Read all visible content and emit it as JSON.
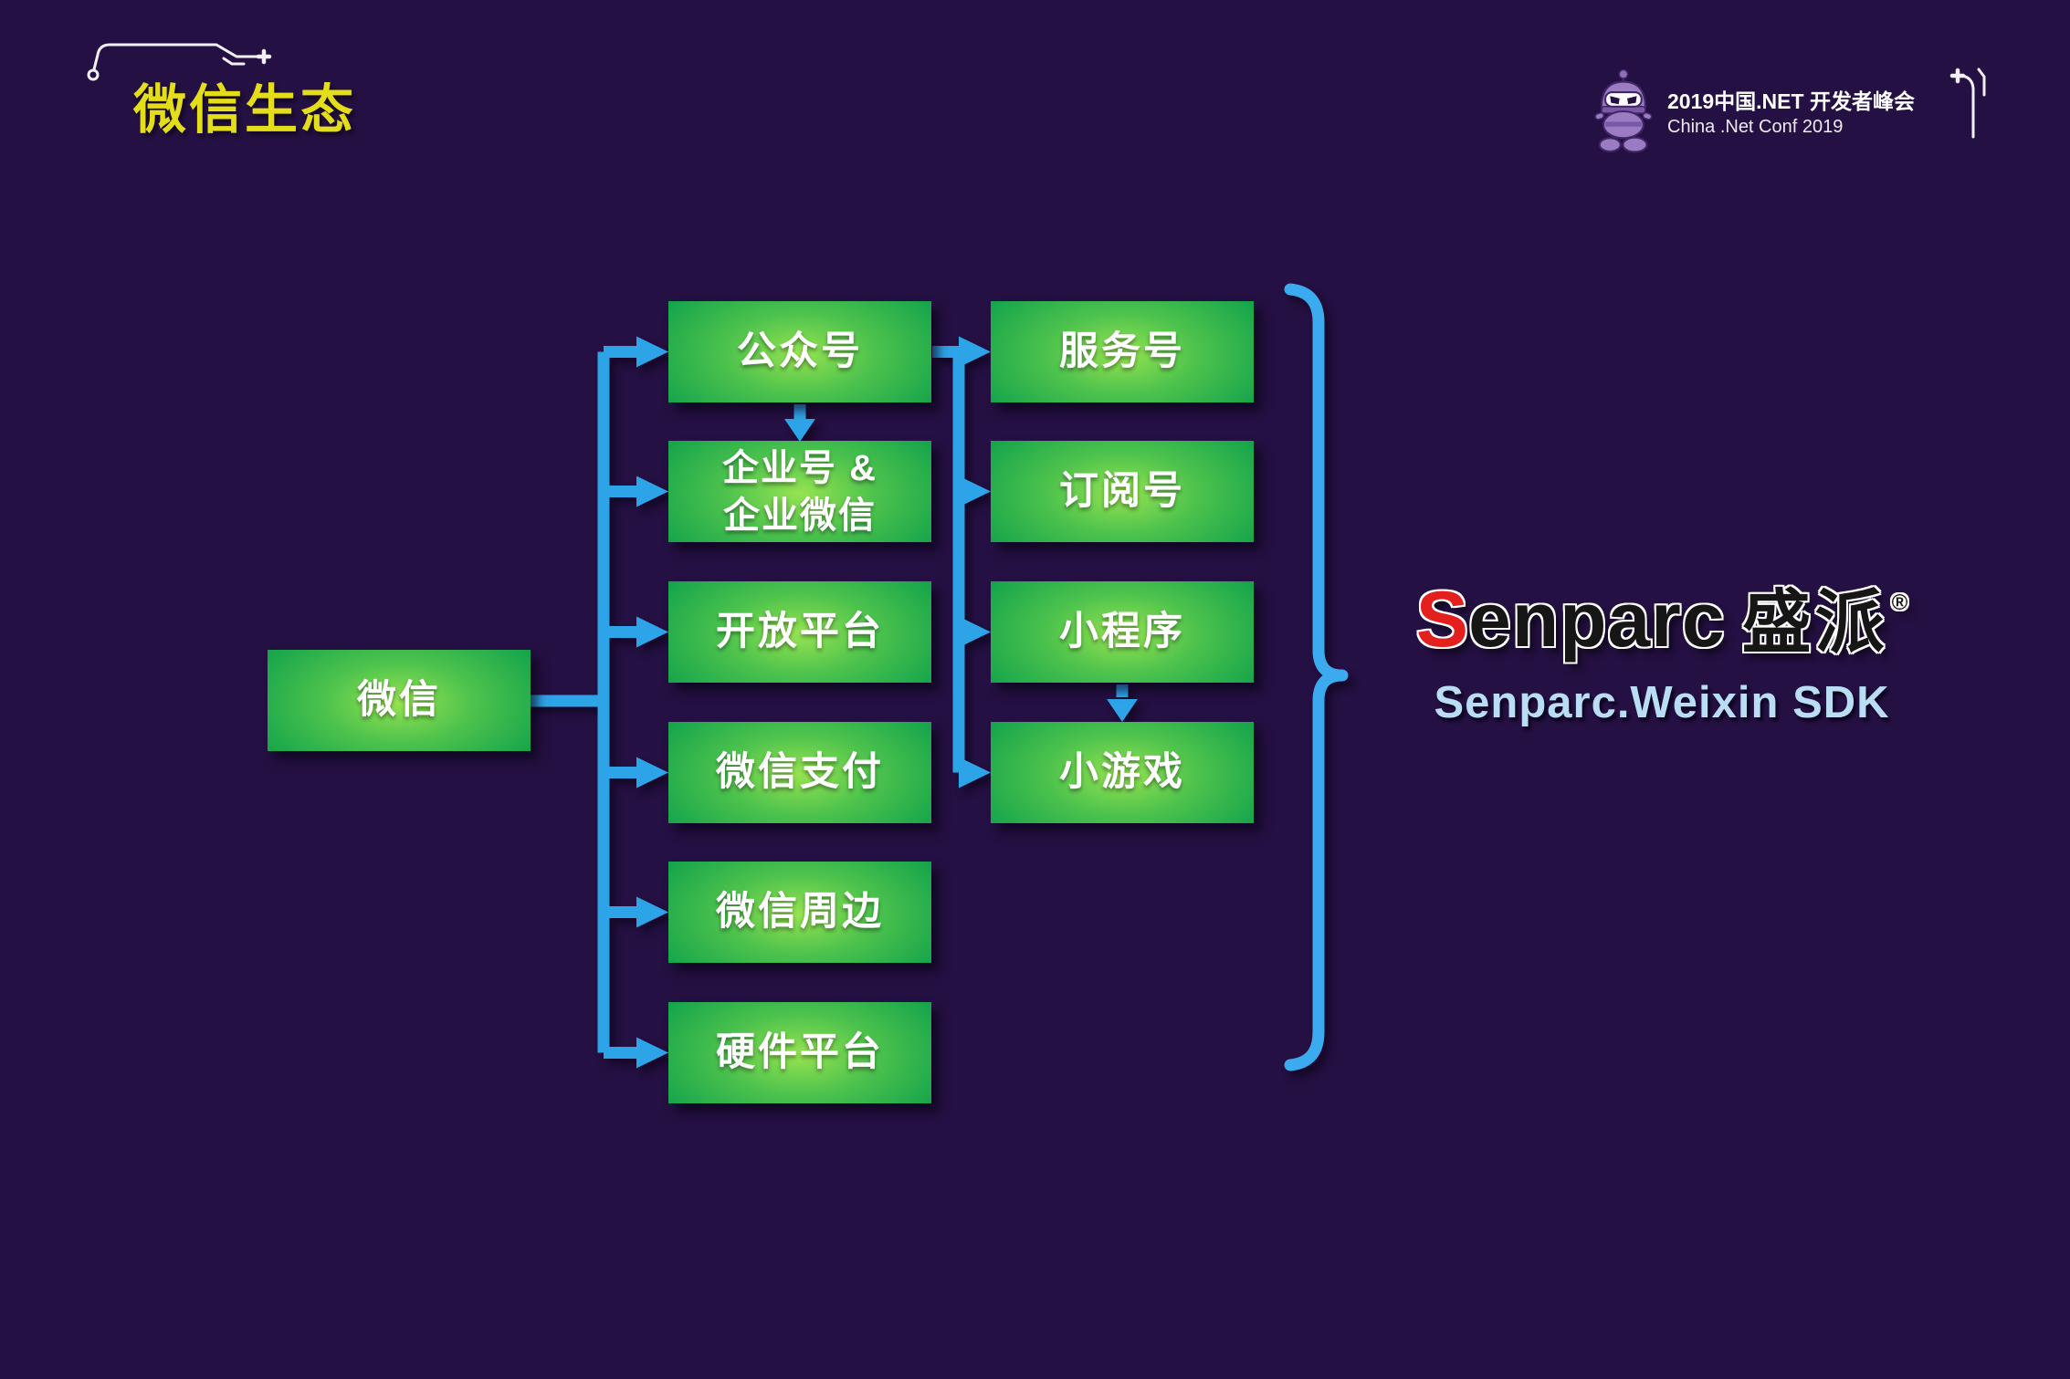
{
  "slide": {
    "title": "微信生态",
    "background_color": "#241042",
    "accent_colors": {
      "box_green": "#12A24B",
      "box_glow_green": "#8EDD4A",
      "arrow_blue": "#2EA4E8",
      "title_yellow": "#E4DE1A",
      "sdk_text_blue": "#B9DDF5",
      "senparc_red": "#E3201E"
    }
  },
  "conference": {
    "title_cn": "2019中国.NET 开发者峰会",
    "title_en": "China .Net Conf 2019"
  },
  "diagram": {
    "root": {
      "label": "微信"
    },
    "level1": [
      {
        "label": "公众号"
      },
      {
        "label_line1": "企业号 &",
        "label_line2": "企业微信"
      },
      {
        "label": "开放平台"
      },
      {
        "label": "微信支付"
      },
      {
        "label": "微信周边"
      },
      {
        "label": "硬件平台"
      }
    ],
    "level2": [
      {
        "label": "服务号"
      },
      {
        "label": "订阅号"
      },
      {
        "label": "小程序"
      },
      {
        "label": "小游戏"
      }
    ]
  },
  "senparc": {
    "logo_initial": "S",
    "logo_rest": "enparc",
    "logo_cn": "盛派",
    "registered_mark": "®",
    "sdk_label": "Senparc.Weixin SDK"
  }
}
